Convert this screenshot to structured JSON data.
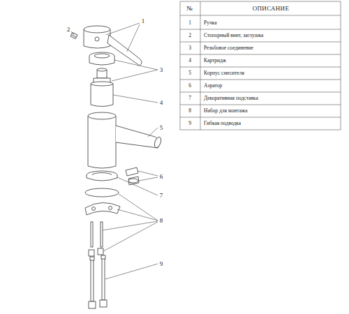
{
  "diagram": {
    "labels": [
      "1",
      "2",
      "3",
      "4",
      "5",
      "6",
      "7",
      "8",
      "9",
      "№",
      "ОПИСАНИЕ",
      "1",
      "Ручка",
      "2",
      "Стопорный винт, заглушка",
      "3",
      "Резьбовое соединение",
      "4",
      "Картридж",
      "5",
      "Корпус смесителя",
      "6",
      "Аэратор",
      "7",
      "Декоративная подставка",
      "8",
      "Набор для монтажа",
      "9",
      "Гибкая подводка"
    ]
  }
}
